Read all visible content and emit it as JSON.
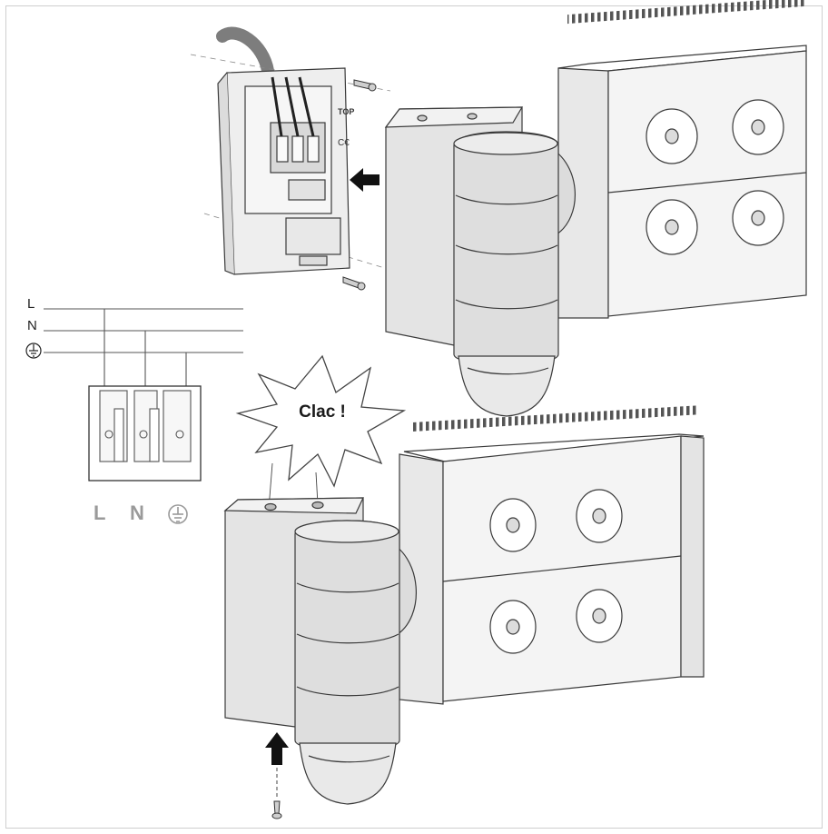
{
  "wiring": {
    "wires": [
      {
        "name": "L",
        "label": "L"
      },
      {
        "name": "N",
        "label": "N"
      },
      {
        "name": "earth",
        "label": "⏚"
      }
    ],
    "terminals": [
      {
        "name": "L",
        "label": "L"
      },
      {
        "name": "N",
        "label": "N"
      },
      {
        "name": "earth",
        "label": "⏚"
      }
    ]
  },
  "callout": {
    "text": "Clac !"
  },
  "box_marks": {
    "top": "TOP",
    "ce": "C€"
  },
  "icons": [
    "arrow-left-icon",
    "arrow-up-icon",
    "screw-icon",
    "earth-ground-icon"
  ],
  "colors": {
    "line": "#3a3a3a",
    "fill_light": "#e6e6e6",
    "fill_mid": "#d6d6d6",
    "cable": "#9a9a9a"
  }
}
